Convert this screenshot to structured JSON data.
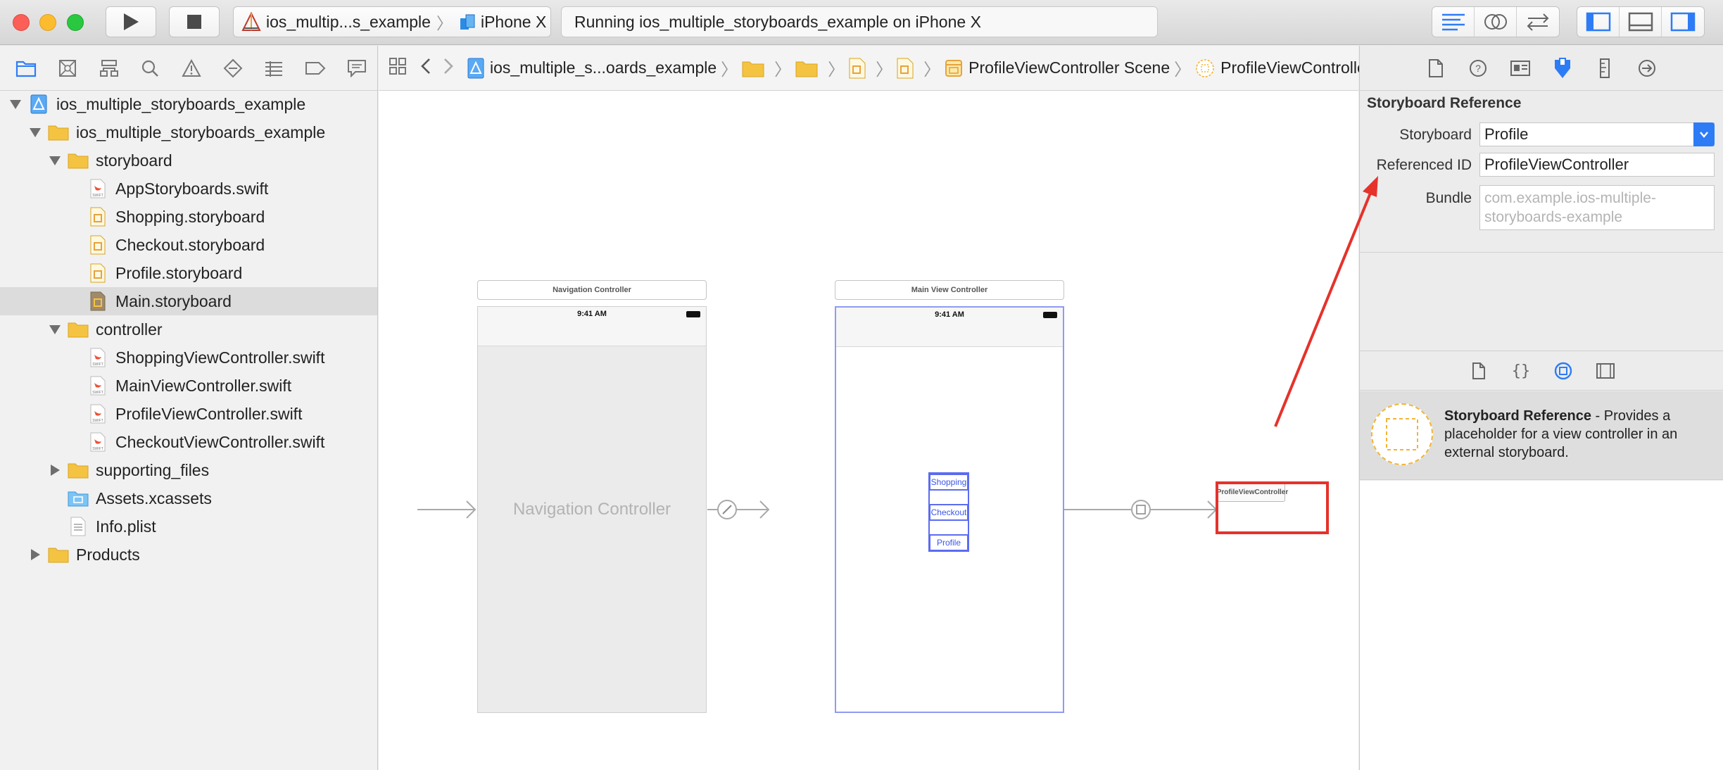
{
  "toolbar": {
    "scheme": "ios_multip...s_example",
    "device": "iPhone X",
    "status": "Running ios_multiple_storyboards_example on iPhone X"
  },
  "navigator": {
    "items": [
      {
        "label": "ios_multiple_storyboards_example",
        "kind": "project",
        "level": 0,
        "expanded": true
      },
      {
        "label": "ios_multiple_storyboards_example",
        "kind": "folder",
        "level": 1,
        "expanded": true
      },
      {
        "label": "storyboard",
        "kind": "folder",
        "level": 2,
        "expanded": true
      },
      {
        "label": "AppStoryboards.swift",
        "kind": "swift",
        "level": 3
      },
      {
        "label": "Shopping.storyboard",
        "kind": "storyboard",
        "level": 3
      },
      {
        "label": "Checkout.storyboard",
        "kind": "storyboard",
        "level": 3
      },
      {
        "label": "Profile.storyboard",
        "kind": "storyboard",
        "level": 3
      },
      {
        "label": "Main.storyboard",
        "kind": "storyboard-main",
        "level": 3,
        "selected": true
      },
      {
        "label": "controller",
        "kind": "folder",
        "level": 2,
        "expanded": true
      },
      {
        "label": "ShoppingViewController.swift",
        "kind": "swift",
        "level": 3
      },
      {
        "label": "MainViewController.swift",
        "kind": "swift",
        "level": 3
      },
      {
        "label": "ProfileViewController.swift",
        "kind": "swift",
        "level": 3
      },
      {
        "label": "CheckoutViewController.swift",
        "kind": "swift",
        "level": 3
      },
      {
        "label": "supporting_files",
        "kind": "folder",
        "level": 2,
        "expanded": false
      },
      {
        "label": "Assets.xcassets",
        "kind": "assets",
        "level": 2
      },
      {
        "label": "Info.plist",
        "kind": "plist",
        "level": 2
      },
      {
        "label": "Products",
        "kind": "folder",
        "level": 1,
        "expanded": false
      }
    ]
  },
  "jumpbar": {
    "project": "ios_multiple_s...oards_example",
    "scene": "ProfileViewController Scene",
    "object": "ProfileViewController"
  },
  "canvas": {
    "nav_scene_title": "Navigation Controller",
    "nav_label": "Navigation Controller",
    "main_scene_title": "Main View Controller",
    "time": "9:41 AM",
    "buttons": [
      "Shopping",
      "Checkout",
      "Profile"
    ],
    "reference_label": "ProfileViewController"
  },
  "inspector": {
    "section_title": "Storyboard Reference",
    "storyboard_label": "Storyboard",
    "storyboard_value": "Profile",
    "ref_id_label": "Referenced ID",
    "ref_id_value": "ProfileViewController",
    "bundle_label": "Bundle",
    "bundle_placeholder": "com.example.ios-multiple-storyboards-example"
  },
  "library": {
    "entry_title": "Storyboard Reference",
    "entry_desc": " - Provides a placeholder for a view controller in an external storyboard."
  },
  "colors": {
    "accent": "#2d7cf6",
    "highlight": "#e5322b",
    "selection": "#5b6cf0",
    "folder": "#f5c342"
  }
}
